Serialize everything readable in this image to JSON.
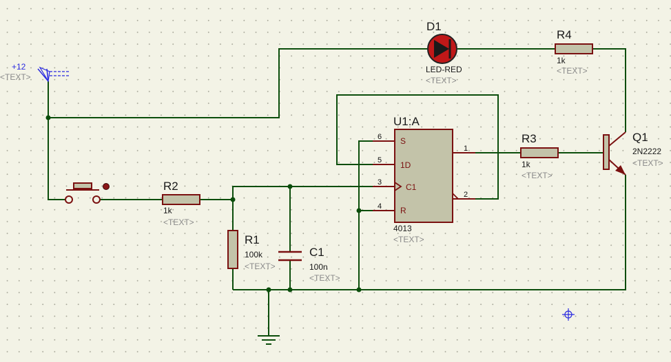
{
  "power": {
    "label": "+12",
    "text": "<TEXT>"
  },
  "components": {
    "D1": {
      "ref": "D1",
      "value": "LED-RED",
      "text": "<TEXT>"
    },
    "R4": {
      "ref": "R4",
      "value": "1k",
      "text": "<TEXT>"
    },
    "R3": {
      "ref": "R3",
      "value": "1k",
      "text": "<TEXT>"
    },
    "R2": {
      "ref": "R2",
      "value": "1k",
      "text": "<TEXT>"
    },
    "R1": {
      "ref": "R1",
      "value": "100k",
      "text": "<TEXT>"
    },
    "C1": {
      "ref": "C1",
      "value": "100n",
      "text": "<TEXT>"
    },
    "Q1": {
      "ref": "Q1",
      "value": "2N2222",
      "text": "<TEXT>"
    },
    "U1": {
      "ref": "U1:A",
      "value": "4013",
      "text": "<TEXT>",
      "pins": [
        {
          "num": "6",
          "name": "S"
        },
        {
          "num": "5",
          "name": "1D"
        },
        {
          "num": "3",
          "name": "C1"
        },
        {
          "num": "4",
          "name": "R"
        },
        {
          "num": "1",
          "name": ""
        },
        {
          "num": "2",
          "name": ""
        }
      ]
    }
  },
  "colors": {
    "background": "#f3f3e6",
    "wire": "#0b4d0b",
    "component_outline": "#7a1010",
    "component_fill": "#c3c3a9",
    "led": "#c01818",
    "power_label": "#2a2ae0"
  }
}
